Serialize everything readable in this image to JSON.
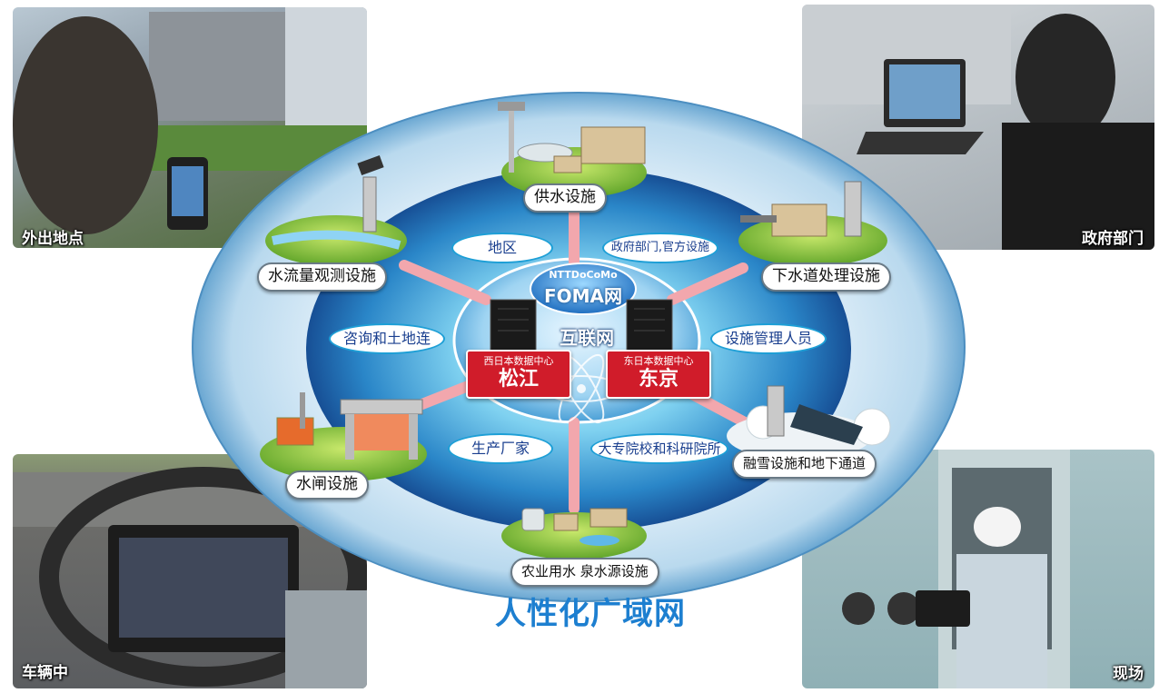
{
  "photos": {
    "top_left": "外出地点",
    "top_right": "政府部门",
    "bottom_left": "车辆中",
    "bottom_right": "现场"
  },
  "facilities": {
    "water_supply": "供水设施",
    "flow_observation": "水流量观测设施",
    "sewage": "下水道处理设施",
    "sluice": "水闸设施",
    "snow_melting": "融雪设施和地下通道",
    "agriculture": "农业用水 泉水源设施"
  },
  "users": {
    "region": "地区",
    "government": "政府部门,官方设施",
    "consultants": "咨询和土地连",
    "facility_managers": "设施管理人员",
    "manufacturers": "生产厂家",
    "universities": "大专院校和科研院所"
  },
  "center": {
    "foma_top": "NTTDoCoMo",
    "foma_main": "FOMA网",
    "internet": "互联网",
    "dc_west_sub": "西日本数据中心",
    "dc_west_city": "松江",
    "dc_east_sub": "东日本数据中心",
    "dc_east_city": "东京"
  },
  "title": "人性化广域网",
  "colors": {
    "accent_blue": "#1d7fd0",
    "datacenter_red": "#d01c2a",
    "link_pink": "#f2a7ad"
  }
}
